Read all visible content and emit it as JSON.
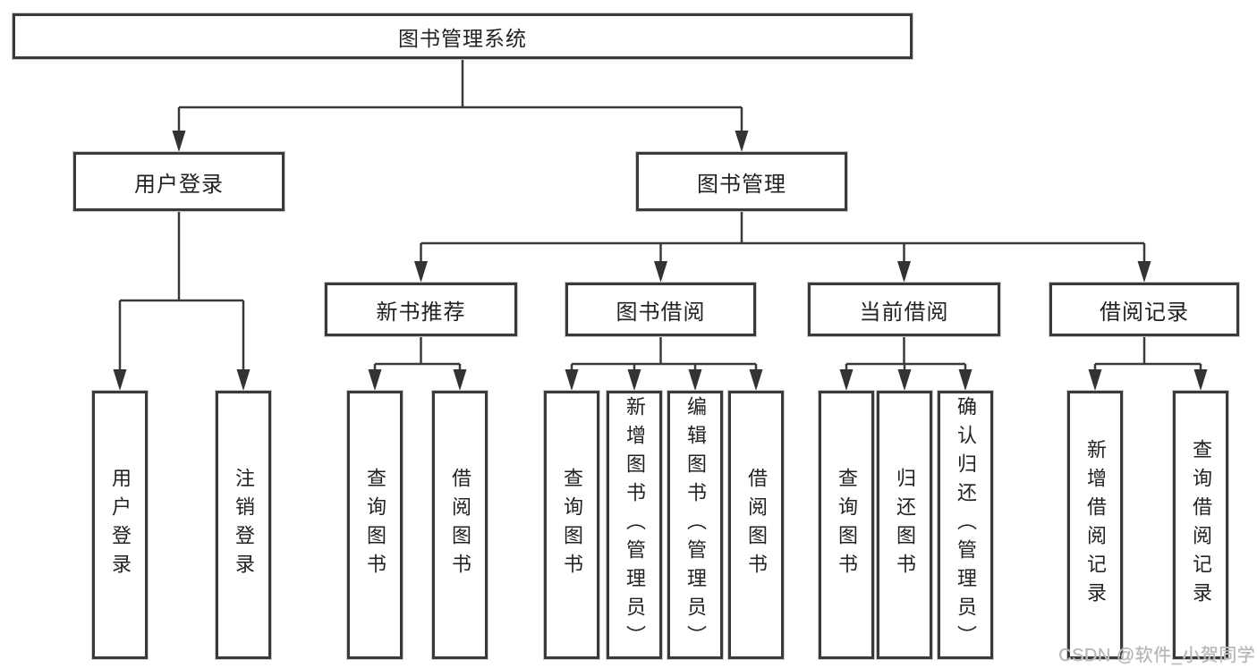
{
  "watermark": "CSDN @软件_小贺同学",
  "colors": {
    "line": "#3a3a3a",
    "border": "#3a3a3a",
    "text": "#222222",
    "watermark": "#b4b7b9",
    "background": "#ffffff"
  },
  "tree": {
    "label": "图书管理系统",
    "children": [
      {
        "label": "用户登录",
        "children": [
          {
            "label": "用户登录"
          },
          {
            "label": "注销登录"
          }
        ]
      },
      {
        "label": "图书管理",
        "children": [
          {
            "label": "新书推荐",
            "children": [
              {
                "label": "查询图书"
              },
              {
                "label": "借阅图书"
              }
            ]
          },
          {
            "label": "图书借阅",
            "children": [
              {
                "label": "查询图书"
              },
              {
                "label": "新增图书（管理员）"
              },
              {
                "label": "编辑图书（管理员）"
              },
              {
                "label": "借阅图书"
              }
            ]
          },
          {
            "label": "当前借阅",
            "children": [
              {
                "label": "查询图书"
              },
              {
                "label": "归还图书"
              },
              {
                "label": "确认归还（管理员）"
              }
            ]
          },
          {
            "label": "借阅记录",
            "children": [
              {
                "label": "新增借阅记录"
              },
              {
                "label": "查询借阅记录"
              }
            ]
          }
        ]
      }
    ]
  }
}
